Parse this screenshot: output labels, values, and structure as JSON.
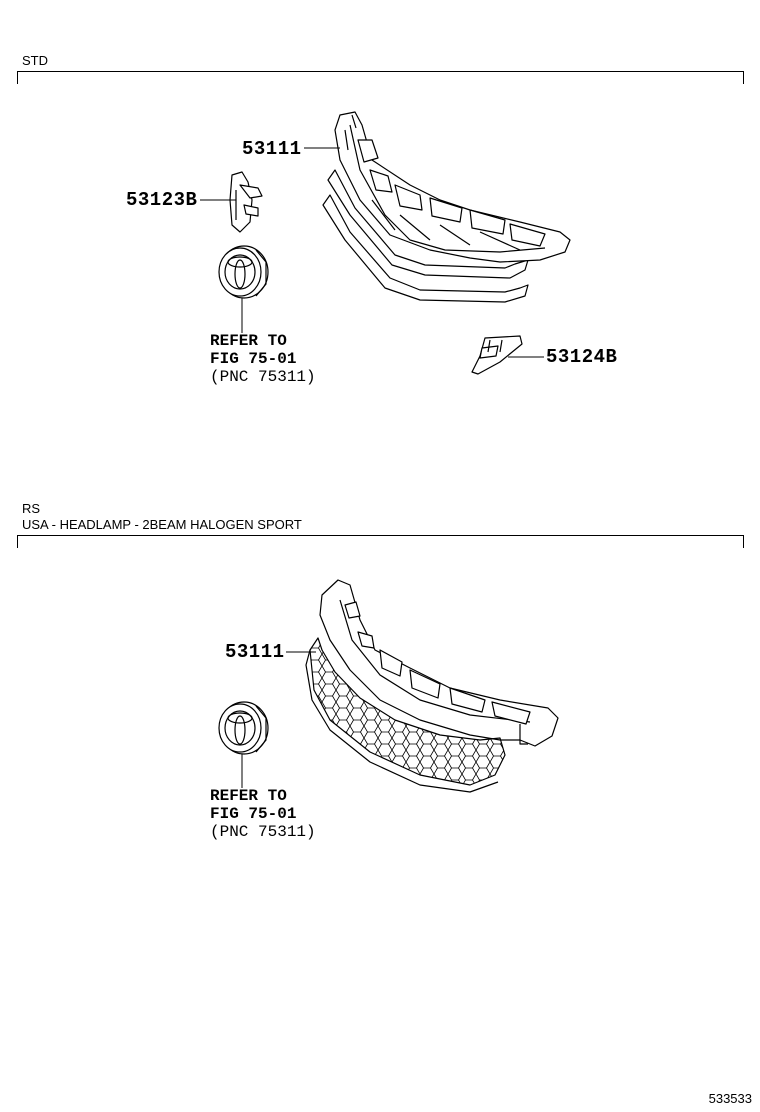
{
  "sections": [
    {
      "title_lines": [
        "STD"
      ],
      "parts": [
        {
          "id": "grille-std",
          "number": "53111"
        },
        {
          "id": "bracket-left",
          "number": "53123B"
        },
        {
          "id": "bracket-right",
          "number": "53124B"
        }
      ],
      "reference": {
        "line1": "REFER TO",
        "line2": "FIG 75-01",
        "line3": "(PNC 75311)"
      }
    },
    {
      "title_lines": [
        "RS",
        "USA - HEADLAMP - 2BEAM HALOGEN SPORT"
      ],
      "parts": [
        {
          "id": "grille-rs",
          "number": "53111"
        }
      ],
      "reference": {
        "line1": "REFER TO",
        "line2": "FIG 75-01",
        "line3": "(PNC 75311)"
      }
    }
  ],
  "diagram_number": "533533"
}
